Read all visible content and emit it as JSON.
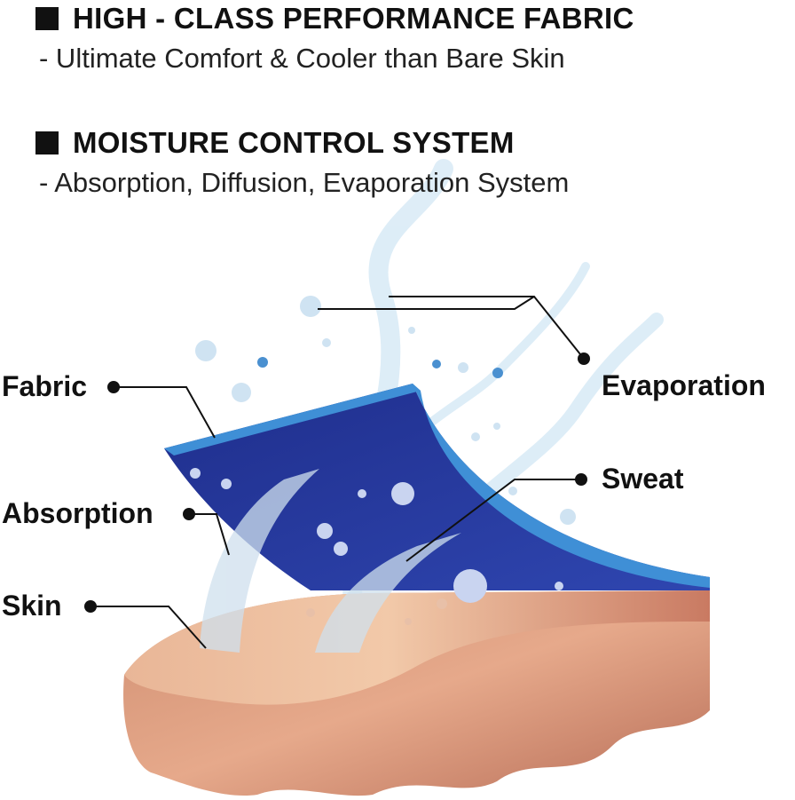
{
  "sections": [
    {
      "title": "HIGH - CLASS PERFORMANCE FABRIC",
      "subtitle": "- Ultimate Comfort & Cooler than Bare Skin"
    },
    {
      "title": "MOISTURE CONTROL SYSTEM",
      "subtitle": "- Absorption, Diffusion, Evaporation System"
    }
  ],
  "labels": {
    "fabric": "Fabric",
    "absorption": "Absorption",
    "skin": "Skin",
    "evaporation": "Evaporation",
    "sweat": "Sweat"
  },
  "colors": {
    "fabric": "#2a3c9c",
    "fabric_edge": "#3f8fd6",
    "skin": "#d9967a",
    "skin_light": "#f1c7a6",
    "vapor": "#cfe3f2"
  }
}
